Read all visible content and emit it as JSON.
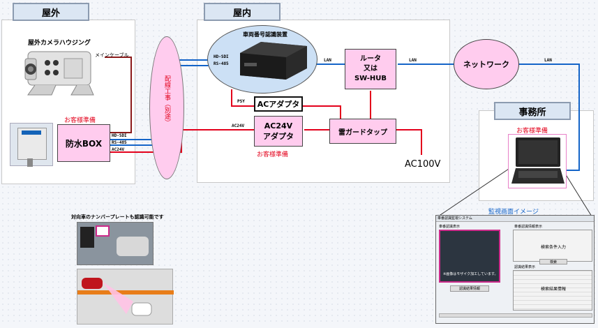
{
  "sections": {
    "outdoor": "屋外",
    "indoor": "屋内",
    "office": "事務所"
  },
  "outdoor": {
    "camera_caption": "屋外カメラハウジング",
    "main_cable": "メインケーブル",
    "customer_note": "お客様準備",
    "waterproof_box": "防水BOX",
    "port_hd": "HD-SDI",
    "port_rs": "RS-485",
    "port_ac": "AC24V",
    "wiring_vertical": "配線工事（別途）"
  },
  "indoor": {
    "device_name": "車両番号認識装置",
    "port_hd": "HD-SDI",
    "port_rs": "RS-485",
    "psy": "PSY",
    "ac_adapter": "ACアダプタ",
    "ac24v_adapter": "AC24V\nアダプタ",
    "ac24v_label": "AC24V",
    "customer_note": "お客様準備",
    "router": "ルータ\n又は\nSW-HUB",
    "lan1": "LAN",
    "lan2": "LAN",
    "lan3": "LAN",
    "power_tap": "雷ガードタップ",
    "ac100v": "AC100V"
  },
  "network": "ネットワーク",
  "office": {
    "customer_note": "お客様準備"
  },
  "monitor": {
    "caption": "監視画面イメージ",
    "window_title": "車番認識監視システム",
    "panel_live": "車番認識表示",
    "panel_search": "車番認識情報表示",
    "mosaic_note": "※画像はモザイク加工しています。",
    "result_button": "認識結果情報",
    "search_label": "検索条件入力",
    "search_button": "検索",
    "list_label": "認識結果表示",
    "results_label": "検索結果情報"
  },
  "plate_note": "対向車のナンバープレートも認識可能です",
  "colors": {
    "pink": "#ffccee",
    "red": "#e3001b",
    "blue": "#1464c8",
    "darkred": "#8b1a1a"
  }
}
